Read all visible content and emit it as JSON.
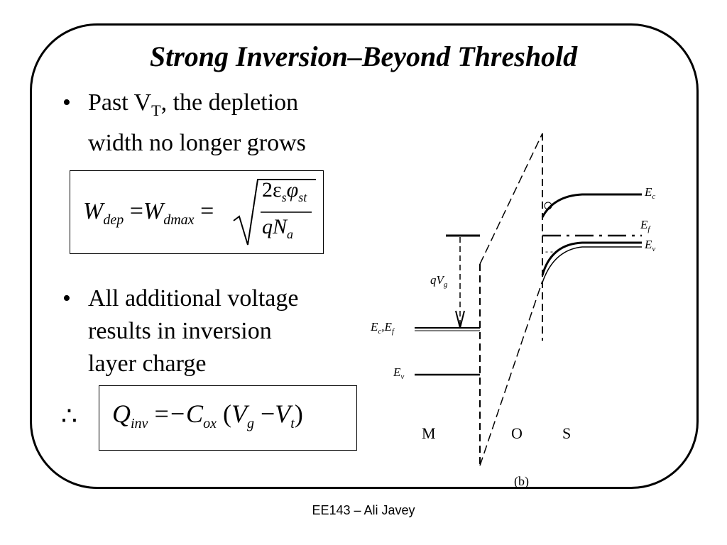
{
  "slide": {
    "title": "Strong Inversion–Beyond Threshold",
    "bullet_symbol": "•",
    "bullets": [
      {
        "line1_pre": "Past V",
        "line1_sub": "T",
        "line1_post": ", the depletion",
        "line2": "width no longer grows"
      },
      {
        "line1": "All additional voltage",
        "line2": "results in inversion",
        "line3": "layer charge"
      }
    ],
    "therefore_symbol": "∴",
    "equation1": {
      "lhs": "W",
      "lhs_sub": "dep",
      "eq": "=",
      "mid": "W",
      "mid_sub": "dmax",
      "eq2": "=",
      "num": "2ε",
      "num_sub1": "s",
      "num_phi": "φ",
      "num_sub2": "st",
      "den": "qN",
      "den_sub": "a"
    },
    "equation2": {
      "lhs": "Q",
      "lhs_sub": "inv",
      "eq": "=",
      "rhs": "−C",
      "rhs_sub": "ox",
      "paren_open": "(V",
      "vg_sub": "g",
      "minus": " −V",
      "vt_sub": "t",
      "paren_close": ")"
    },
    "footer": "EE143 – Ali Javey"
  },
  "diagram": {
    "caption": "(b)",
    "regions": [
      "M",
      "O",
      "S"
    ],
    "labels": {
      "metal_ecef": "E",
      "metal_ecef_sub1": "c",
      "metal_ecef_mid": ",E",
      "metal_ecef_sub2": "f",
      "metal_ev": "E",
      "metal_ev_sub": "v",
      "qvg": "qV",
      "qvg_sub": "g",
      "ec": "E",
      "ec_sub": "c",
      "ef": "E",
      "ef_sub": "f",
      "ev": "E",
      "ev_sub": "v"
    }
  }
}
